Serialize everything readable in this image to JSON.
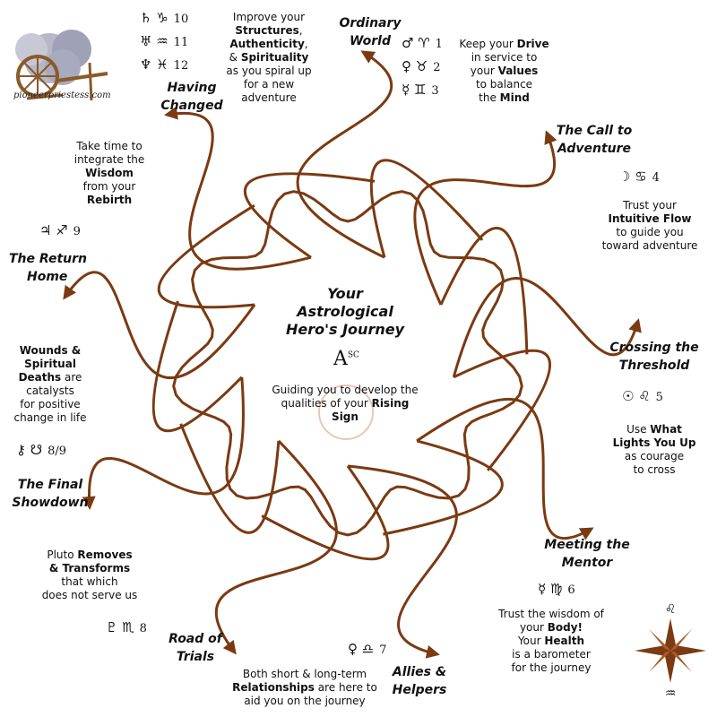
{
  "site": "pioneerpriestess.com",
  "center": {
    "title_lines": [
      "Your",
      "Astrological",
      "Hero's Journey"
    ],
    "asc_letter": "A",
    "asc_sup": "SC",
    "desc_before": "Guiding you to develop the qualities of your ",
    "desc_bold": "Rising Sign"
  },
  "stages": {
    "ordinary_world": [
      "Ordinary",
      "World"
    ],
    "call_to_adventure": [
      "The Call to",
      "Adventure"
    ],
    "crossing_threshold": [
      "Crossing the",
      "Threshold"
    ],
    "meeting_mentor": [
      "Meeting the",
      "Mentor"
    ],
    "allies_helpers": [
      "Allies &",
      "Helpers"
    ],
    "road_of_trials": [
      "Road of",
      "Trials"
    ],
    "final_showdown": [
      "The Final",
      "Showdown"
    ],
    "return_home": [
      "The Return",
      "Home"
    ],
    "having_changed": [
      "Having",
      "Changed"
    ]
  },
  "symbols": {
    "ordinary_world": [
      {
        "glyph": "♂ ♈",
        "num": "1"
      },
      {
        "glyph": "♀ ♉",
        "num": "2"
      },
      {
        "glyph": "☿ ♊",
        "num": "3"
      }
    ],
    "call_to_adventure": [
      {
        "glyph": "☽ ♋",
        "num": "4"
      }
    ],
    "crossing_threshold": [
      {
        "glyph": "☉ ♌",
        "num": "5"
      }
    ],
    "meeting_mentor": [
      {
        "glyph": "☿ ♍",
        "num": "6"
      }
    ],
    "allies_helpers": [
      {
        "glyph": "♀ ♎",
        "num": "7"
      }
    ],
    "road_of_trials": [
      {
        "glyph": "♇ ♏",
        "num": "8"
      }
    ],
    "final_showdown": [
      {
        "glyph": "⚷ ☋",
        "num": "8/9"
      }
    ],
    "return_home": [
      {
        "glyph": "♃ ♐",
        "num": "9"
      }
    ],
    "having_changed": [
      {
        "glyph": "♄ ♑",
        "num": "10"
      },
      {
        "glyph": "♅ ♒",
        "num": "11"
      },
      {
        "glyph": "♆ ♓",
        "num": "12"
      }
    ]
  },
  "descriptions": {
    "ordinary_world": [
      [
        "Keep your ",
        {
          "b": "Drive"
        }
      ],
      [
        "in service to"
      ],
      [
        "your ",
        {
          "b": "Values"
        }
      ],
      [
        "to balance"
      ],
      [
        "the ",
        {
          "b": "Mind"
        }
      ]
    ],
    "call_to_adventure": [
      [
        "Trust your"
      ],
      [
        {
          "b": "Intuitive Flow"
        }
      ],
      [
        "to guide you"
      ],
      [
        "toward adventure"
      ]
    ],
    "crossing_threshold": [
      [
        "Use ",
        {
          "b": "What"
        }
      ],
      [
        {
          "b": "Lights You Up"
        }
      ],
      [
        "as courage"
      ],
      [
        "to cross"
      ]
    ],
    "meeting_mentor": [
      [
        "Trust the wisdom of"
      ],
      [
        "your ",
        {
          "b": "Body!"
        }
      ],
      [
        "Your ",
        {
          "b": "Health"
        }
      ],
      [
        "is a barometer"
      ],
      [
        "for the journey"
      ]
    ],
    "allies_helpers": [
      [
        "Both short & long-term"
      ],
      [
        {
          "b": "Relationships"
        },
        " are here to"
      ],
      [
        "aid you on the journey"
      ]
    ],
    "road_of_trials": [
      [
        "Pluto ",
        {
          "b": "Removes"
        }
      ],
      [
        {
          "b": "& Transforms"
        }
      ],
      [
        "that which"
      ],
      [
        "does not serve us"
      ]
    ],
    "final_showdown": [
      [
        {
          "b": "Wounds &"
        }
      ],
      [
        {
          "b": "Spiritual"
        }
      ],
      [
        {
          "b": "Deaths"
        },
        " are"
      ],
      [
        "catalysts"
      ],
      [
        "for positive"
      ],
      [
        "change in life"
      ]
    ],
    "return_home": [
      [
        "Take time to"
      ],
      [
        "integrate the"
      ],
      [
        {
          "b": "Wisdom"
        }
      ],
      [
        "from your"
      ],
      [
        {
          "b": "Rebirth"
        }
      ]
    ],
    "having_changed": [
      [
        "Improve your"
      ],
      [
        {
          "b": "Structures"
        },
        ","
      ],
      [
        {
          "b": "Authenticity"
        },
        ","
      ],
      [
        "& ",
        {
          "b": "Spirituality"
        }
      ],
      [
        "as you spiral up"
      ],
      [
        "for a new"
      ],
      [
        "adventure"
      ]
    ]
  },
  "compass": {
    "top": "♌",
    "bottom": "♒"
  },
  "colors": {
    "loop": "#7a3a12",
    "compass": "#7a3a12",
    "ring": "#e6c9b4"
  }
}
